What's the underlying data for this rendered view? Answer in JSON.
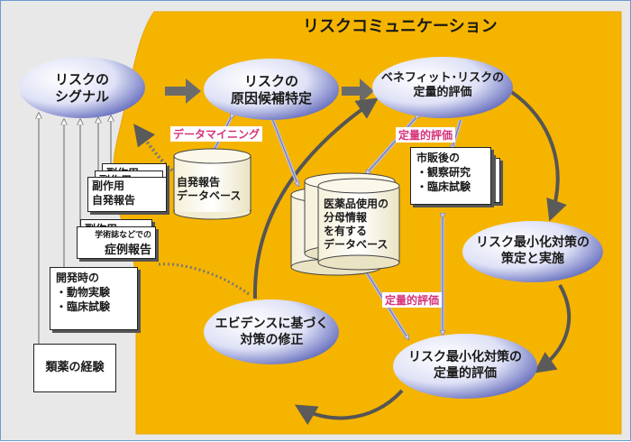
{
  "title": "リスクコミュニケーション",
  "nodes": {
    "signal": "リスクの\nシグナル",
    "cause": "リスクの\n原因候補特定",
    "benefit": "ベネフィット･リスクの\n定量的評価",
    "strategy": "リスク最小化対策の\n策定と実施",
    "eval": "リスク最小化対策の\n定量的評価",
    "evidence": "エビデンスに基づく\n対策の修正"
  },
  "databases": {
    "spontaneous": "自発報告\nデータベース",
    "drug_use": "医薬品使用の\n分母情報\nを有する\nデータベース"
  },
  "documents": {
    "adverse_back": "副作用",
    "adverse_front": "副作用\n自発報告",
    "case_back": "副作用",
    "case_small": "学術誌などでの",
    "case_front": "症例報告",
    "dev": "開発時の\n・動物実験\n・臨床試験",
    "similar": "類薬の経験",
    "postmarket": "市販後の\n・観察研究\n・臨床試験"
  },
  "arrow_labels": {
    "data_mining": "データマイニング",
    "quant1": "定量的評価",
    "quant2": "定量的評価"
  },
  "colors": {
    "orange": "#f5b400",
    "oval_light": "#eef0fb",
    "oval_dark": "#5a63b8",
    "pink": "#d6337a",
    "arrow": "#5a5a5a"
  }
}
